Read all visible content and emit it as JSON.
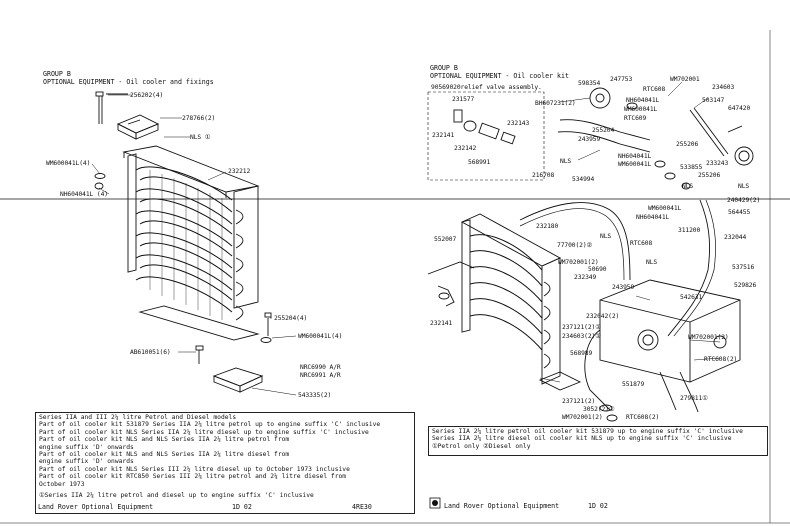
{
  "left": {
    "group": "GROUP B",
    "title": "OPTIONAL EQUIPMENT - Oil cooler and fixings",
    "labels": {
      "p256202": "256202(4)",
      "p278766": "278766(2)",
      "nls": "NLS ①",
      "wm600041l_4": "WM600041L(4)",
      "nh604041l_4": "NH604041L (4)",
      "p232212": "232212",
      "p255204": "255204(4)",
      "wm600041l_4b": "WM600041L(4)",
      "ab610051": "AB610051(6)",
      "nrc6990": "NRC6990 A/R",
      "nrc6991": "NRC6991 A/R",
      "p543335": "543335(2)"
    },
    "notes": [
      "Series IIA and III 2¼ litre Petrol and Diesel models",
      "Part of oil cooler kit 531879 Series IIA 2¼ litre petrol up to engine suffix 'C' inclusive",
      "Part of oil cooler kit  NLS  Series IIA 2¼ litre diesel up to engine suffix 'C' inclusive",
      "Part of oil cooler kit  NLS        and   NLS        Series IIA 2¼ litre petrol from",
      "engine suffix 'D' onwards",
      "Part of oil cooler kit  NLS        and   NLS        Series IIA 2¼ litre diesel from",
      "engine suffix 'D' onwards",
      "Part of oil cooler kit  NLS  Series III 2¼ litre diesel up to October 1973 inclusive",
      "Part of oil cooler kit RTC850 Series III 2¼ litre petrol and 2¼ litre diesel from",
      "October 1973",
      "",
      "①Series IIA 2¼ litre petrol and diesel up to engine suffix 'C' inclusive"
    ],
    "footer_left": "Land Rover Optional Equipment",
    "footer_mid": "1D 02",
    "footer_right": "4RE30"
  },
  "right": {
    "group": "GROUP B",
    "title": "OPTIONAL EQUIPMENT - Oil cooler kit",
    "inset_caption": "90569020relief valve assembly.",
    "labels": {
      "p598354": "598354",
      "p247753": "247753",
      "wm702001": "WM702001",
      "p234603": "234603",
      "rtc608a": "RTC608",
      "p231577": "231577",
      "bh607231": "BH607231(2)",
      "nh604041l_a": "NH604041L",
      "p503147": "503147",
      "p647420": "647420",
      "wm600041l_a": "WM600041L",
      "rtc609": "RTC609",
      "p232141a": "232141",
      "p232143": "232143",
      "p255204": "255204",
      "p243959a": "243959",
      "p255206a": "255206",
      "p232142": "232142",
      "p568991": "568991",
      "nls_a": "NLS",
      "nh604041l_b": "NH604041L",
      "wm600041l_b": "WM600041L",
      "p533855": "533855",
      "p233243": "233243",
      "p534994": "534994",
      "p216708": "216708",
      "p255206b": "255206",
      "nls_b": "NLS",
      "nls_c": "NLS",
      "p240429": "240429(2)",
      "wm600041l_c": "WM600041L",
      "nh604041l_c": "NH604041L",
      "p564455": "564455",
      "p232180": "232180",
      "p311200": "311200",
      "p232044": "232044",
      "p552007": "552007",
      "nls_d": "NLS",
      "p77700": "77700(2)②",
      "rtc608b": "RTC608",
      "wm702001_2": "WM702001(2)",
      "p50690": "50690",
      "p232349": "232349",
      "p243959b": "243959",
      "p537516": "537516",
      "nls_e": "NLS",
      "p529826": "529826",
      "p232042": "232042(2)",
      "p542631": "542631",
      "p237121a": "237121(2)①",
      "p234603b": "234603(2)①",
      "wm702001_c": "WM702001(2)",
      "p232141b": "232141",
      "p568989": "568989",
      "rtc608c": "RTC608(2)",
      "p551879": "551879",
      "p279811": "279811①",
      "p237121b": "237121(2)",
      "p3052": "3052(2)①",
      "wm702001_d": "WM702001(2)",
      "rtc608d": "RTC608(2)"
    },
    "notes": [
      "Series IIA 2¼ litre petrol oil cooler kit 531879 up to engine suffix 'C' inclusive",
      "Series IIA 2¼ litre diesel oil cooler kit  NLS  up to engine suffix 'C' inclusive",
      "①Petrol only ②Diesel only"
    ],
    "footer_left": "Land Rover Optional Equipment",
    "footer_mid": "1D 02"
  }
}
